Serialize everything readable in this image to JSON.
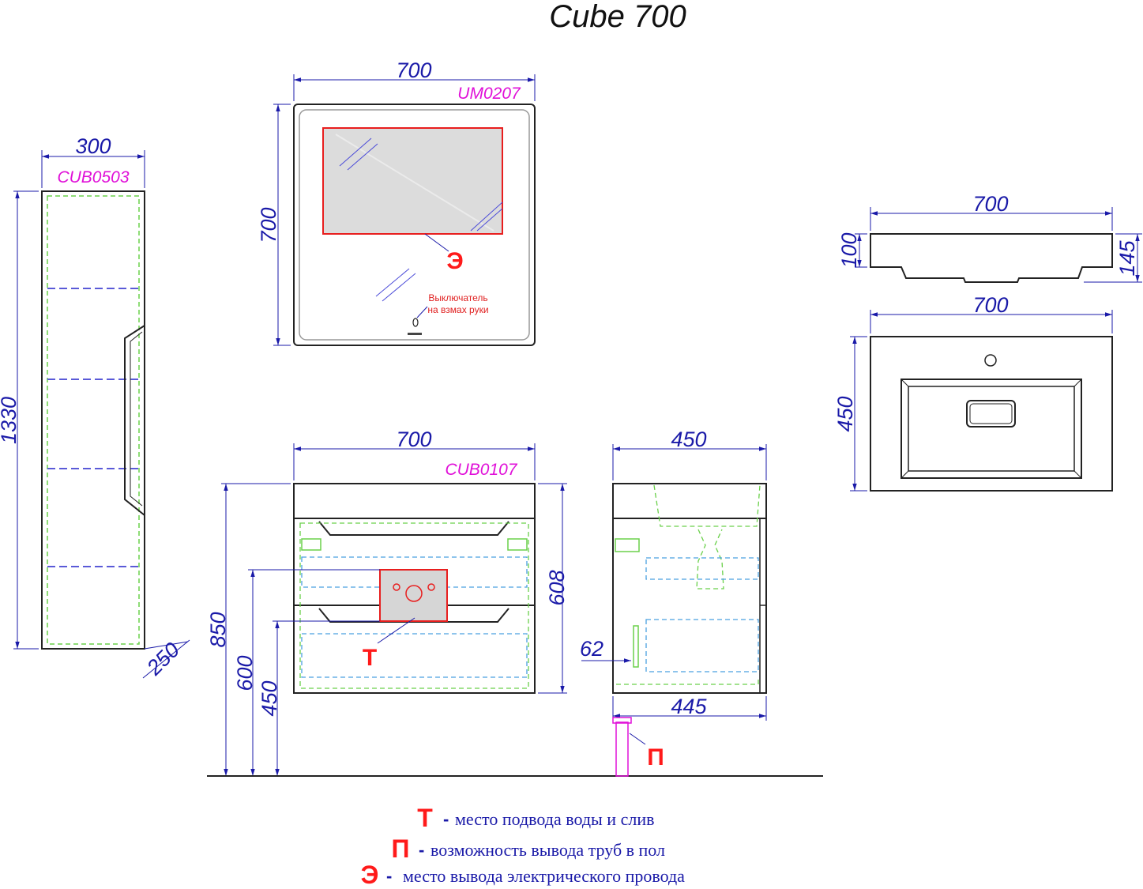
{
  "title": "Cube 700",
  "column": {
    "code": "CUB0503",
    "width": "300",
    "height": "1330",
    "depth": "250"
  },
  "mirror": {
    "code": "UM0207",
    "width": "700",
    "height": "700",
    "mark": "Э",
    "note_line1": "Выключатель",
    "note_line2": "на взмах руки"
  },
  "cabinet": {
    "code": "CUB0107",
    "width": "700",
    "height": "608",
    "height_total": "850",
    "level_600": "600",
    "level_450": "450",
    "mark_t": "Т"
  },
  "cabinet_side": {
    "depth": "450",
    "bottom_depth": "445",
    "offset": "62",
    "mark_p": "П"
  },
  "basin_side": {
    "width": "700",
    "left_height": "100",
    "right_height": "145"
  },
  "basin_top": {
    "width": "700",
    "depth": "450"
  },
  "legend": [
    {
      "mark": "Т",
      "text": "место подвода воды и слив"
    },
    {
      "mark": "П",
      "text": "возможность вывода труб в пол"
    },
    {
      "mark": "Э",
      "text": "место вывода электрического провода"
    }
  ]
}
